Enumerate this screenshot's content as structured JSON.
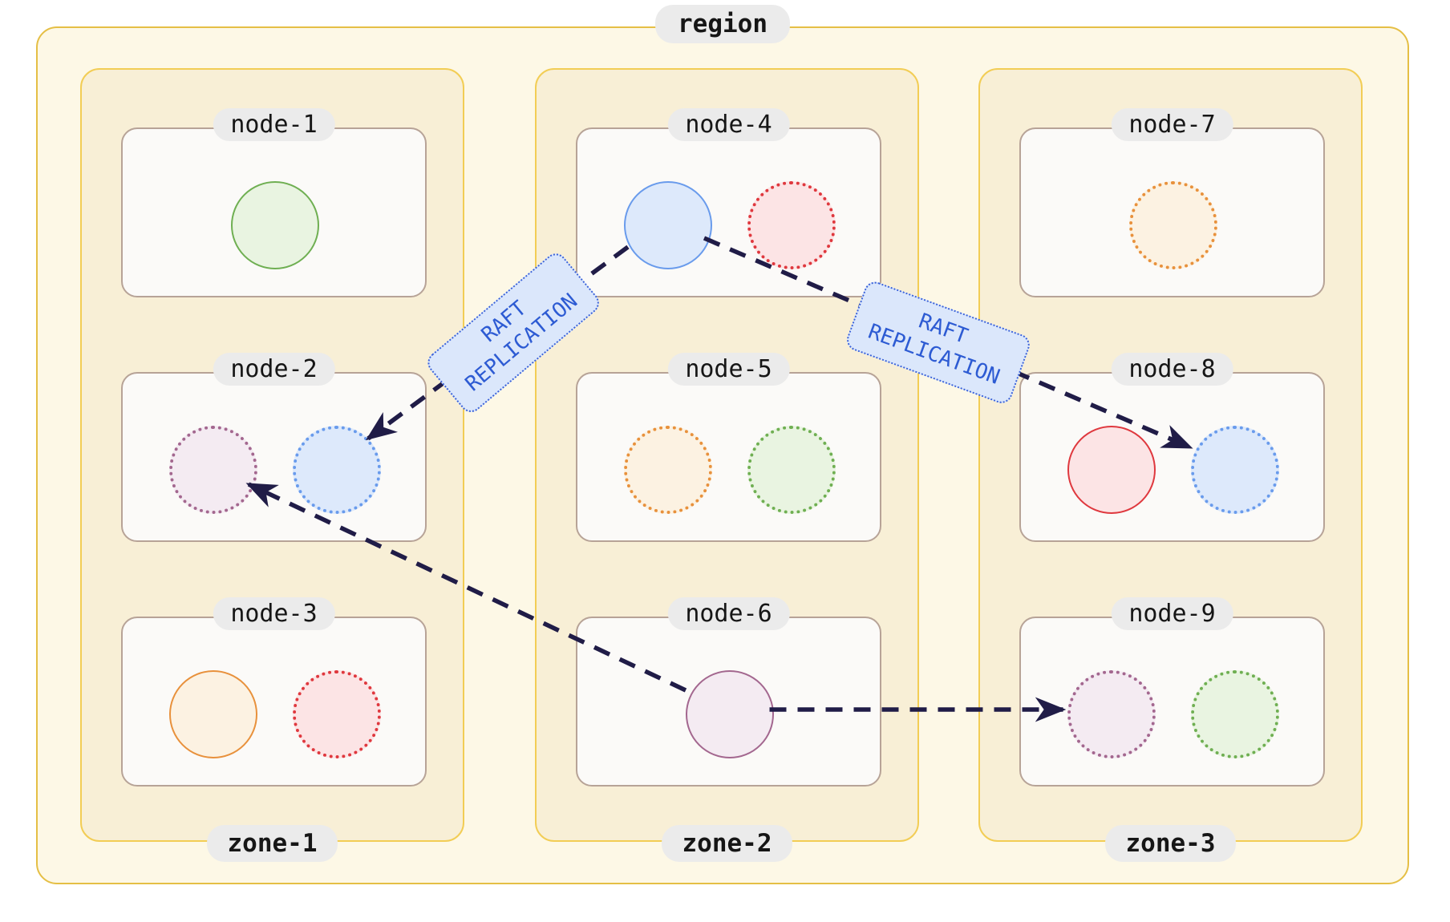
{
  "region": {
    "label": "region",
    "zones": [
      {
        "label": "zone-1",
        "nodes": [
          {
            "label": "node-1",
            "replicas": [
              {
                "color": "green",
                "style": "solid"
              }
            ]
          },
          {
            "label": "node-2",
            "replicas": [
              {
                "color": "mauve",
                "style": "dotted"
              },
              {
                "color": "blue",
                "style": "dotted"
              }
            ]
          },
          {
            "label": "node-3",
            "replicas": [
              {
                "color": "orange",
                "style": "solid"
              },
              {
                "color": "red",
                "style": "dotted"
              }
            ]
          }
        ]
      },
      {
        "label": "zone-2",
        "nodes": [
          {
            "label": "node-4",
            "replicas": [
              {
                "color": "blue",
                "style": "solid"
              },
              {
                "color": "red",
                "style": "dotted"
              }
            ]
          },
          {
            "label": "node-5",
            "replicas": [
              {
                "color": "orange",
                "style": "dotted"
              },
              {
                "color": "green",
                "style": "dotted"
              }
            ]
          },
          {
            "label": "node-6",
            "replicas": [
              {
                "color": "mauve",
                "style": "solid"
              }
            ]
          }
        ]
      },
      {
        "label": "zone-3",
        "nodes": [
          {
            "label": "node-7",
            "replicas": [
              {
                "color": "orange",
                "style": "dotted"
              }
            ]
          },
          {
            "label": "node-8",
            "replicas": [
              {
                "color": "red",
                "style": "solid"
              },
              {
                "color": "blue",
                "style": "dotted"
              }
            ]
          },
          {
            "label": "node-9",
            "replicas": [
              {
                "color": "mauve",
                "style": "dotted"
              },
              {
                "color": "green",
                "style": "dotted"
              }
            ]
          }
        ]
      }
    ]
  },
  "raft_labels": [
    {
      "text": "RAFT REPLICATION"
    },
    {
      "text": "RAFT REPLICATION"
    }
  ],
  "arrows": [
    {
      "from": "node-4",
      "to": "node-2",
      "label": "RAFT REPLICATION"
    },
    {
      "from": "node-4",
      "to": "node-8",
      "label": "RAFT REPLICATION"
    },
    {
      "from": "node-6",
      "to": "node-2",
      "label": ""
    },
    {
      "from": "node-6",
      "to": "node-9",
      "label": ""
    }
  ],
  "palette": {
    "green": {
      "border": "#6faf52",
      "fill": "#e9f4e1"
    },
    "blue": {
      "border": "#699bec",
      "fill": "#dde9fb"
    },
    "red": {
      "border": "#df383e",
      "fill": "#fce4e5"
    },
    "orange": {
      "border": "#e8913c",
      "fill": "#fcf2e2"
    },
    "mauve": {
      "border": "#a3678f",
      "fill": "#f4ebf2"
    },
    "arrow": "#201c47",
    "raft_text": "#2d5bd3",
    "raft_fill": "#dbe7fb",
    "raft_border": "#3c63d9",
    "region_border": "#e5bf45",
    "region_fill": "#fdf8e6",
    "zone_border": "#f2cd55",
    "zone_fill": "#f8efd6",
    "node_border": "#b7a397",
    "node_fill": "#fbfaf8",
    "pill_bg": "#ebebeb"
  }
}
